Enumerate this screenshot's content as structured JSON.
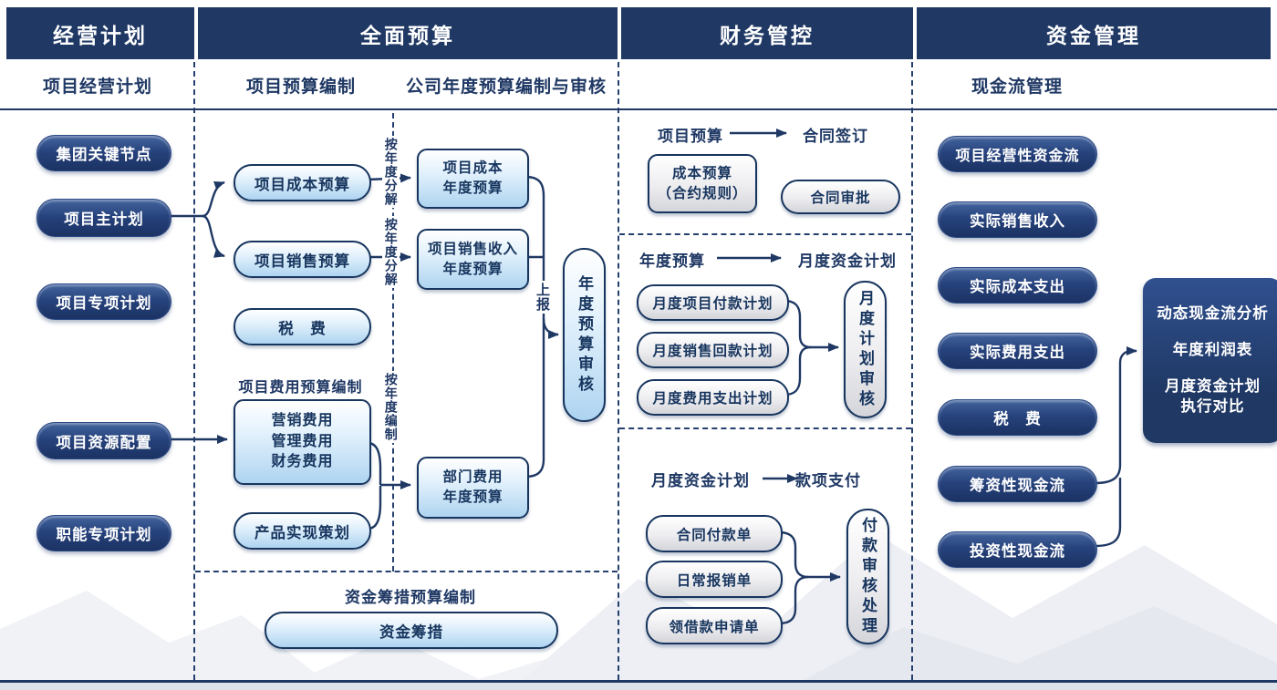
{
  "header": {
    "col1": "经营计划",
    "col2": "全面预算",
    "col3": "财务管控",
    "col4": "资金管理"
  },
  "subtitles": {
    "planning": "项目经营计划",
    "budget_left": "项目预算编制",
    "budget_right": "公司年度预算编制与审核",
    "fund": "现金流管理"
  },
  "planning": {
    "pills": [
      "集团关键节点",
      "项目主计划",
      "项目专项计划",
      "项目资源配置",
      "职能专项计划"
    ]
  },
  "budget": {
    "cost_pill": "项目成本预算",
    "sales_pill": "项目销售预算",
    "tax_pill": "税　费",
    "fee_label": "项目费用预算编制",
    "fee_box": [
      "营销费用",
      "管理费用",
      "财务费用"
    ],
    "product_pill": "产品实现策划",
    "annual_cost_box": [
      "项目成本",
      "年度预算"
    ],
    "annual_sales_box": [
      "项目销售收入",
      "年度预算"
    ],
    "dept_fee_box": [
      "部门费用",
      "年度预算"
    ],
    "split_by_year_1": "按年度分解",
    "split_by_year_2": "按年度分解",
    "compile_by_year": "按年度编制",
    "report_label": "上报",
    "review_capsule": "年度预算审核",
    "raise_label": "资金筹措预算编制",
    "raise_pill": "资金筹措"
  },
  "control": {
    "s1_from": "项目预算",
    "s1_to": "合同签订",
    "s1_box": [
      "成本预算",
      "（合约规则）"
    ],
    "s1_pill": "合同审批",
    "s2_from": "年度预算",
    "s2_to": "月度资金计划",
    "s2_pills": [
      "月度项目付款计划",
      "月度销售回款计划",
      "月度费用支出计划"
    ],
    "s2_capsule": "月度计划审核",
    "s3_from": "月度资金计划",
    "s3_to": "款项支付",
    "s3_pills": [
      "合同付款单",
      "日常报销单",
      "领借款申请单"
    ],
    "s3_capsule": "付款审核处理"
  },
  "fund": {
    "pills": [
      "项目经营性资金流",
      "实际销售收入",
      "实际成本支出",
      "实际费用支出",
      "税　费",
      "筹资性现金流",
      "投资性现金流"
    ],
    "summary_line1": "动态现金流分析",
    "summary_line2": "年度利润表",
    "summary_line3": "月度资金计划\n执行对比"
  },
  "colors": {
    "navy": "#1f3864",
    "light_blue_fill": "#aed4f0",
    "gray_fill": "#d4d5da",
    "background": "#ffffff"
  }
}
